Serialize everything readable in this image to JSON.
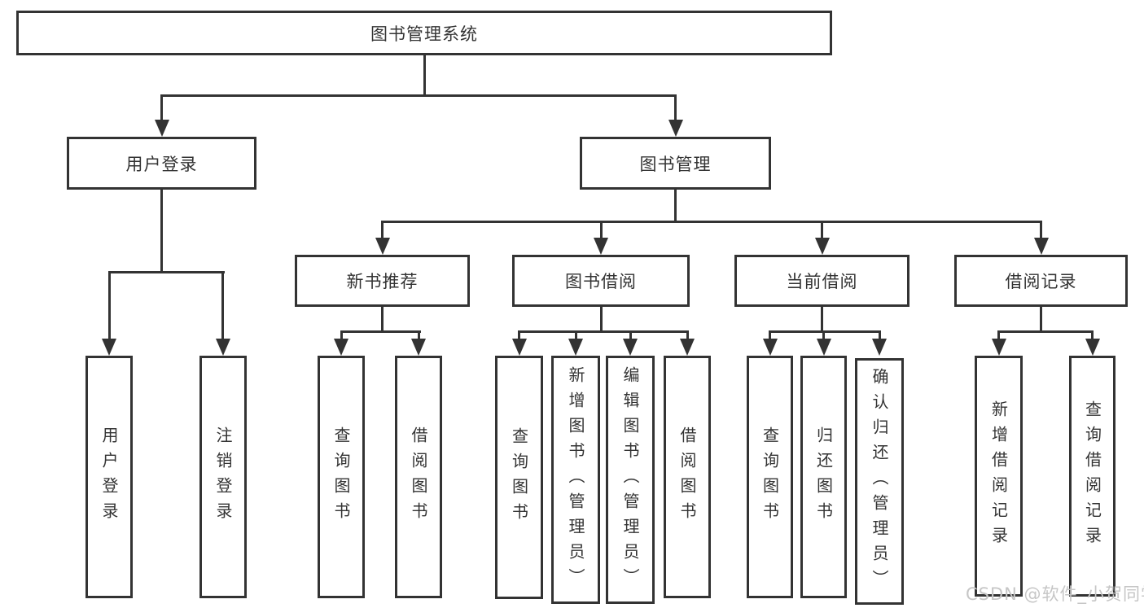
{
  "diagram": {
    "root": "图书管理系统",
    "level2": [
      "用户登录",
      "图书管理"
    ],
    "level3": [
      "新书推荐",
      "图书借阅",
      "当前借阅",
      "借阅记录"
    ],
    "level4": [
      "用户登录",
      "注销登录",
      "查询图书",
      "借阅图书",
      "查询图书",
      "新增图书（管理员）",
      "编辑图书（管理员）",
      "借阅图书",
      "查询图书",
      "归还图书",
      "确认归还（管理员）",
      "新增借阅记录",
      "查询借阅记录"
    ]
  },
  "watermark": "CSDN @软件_小贺同学",
  "colors": {
    "line": "#333333",
    "box_border": "#333333",
    "text": "#333333",
    "watermark": "#c6c6c6",
    "background": "#ffffff"
  }
}
